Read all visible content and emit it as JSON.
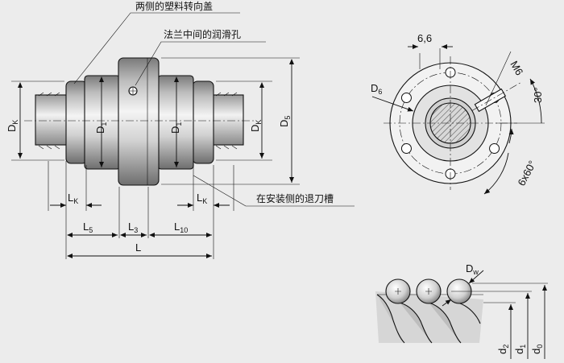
{
  "callouts": {
    "cover": "两侧的塑料转向盖",
    "lube": "法兰中间的润滑孔",
    "recess": "在安装侧的退刀槽"
  },
  "dims": {
    "dk": "D",
    "dk_sub": "K",
    "d1": "D",
    "d1_sub": "1",
    "d5": "D",
    "d5_sub": "5",
    "d6": "D",
    "d6_sub": "6",
    "lk": "L",
    "lk_sub": "K",
    "l5": "L",
    "l5_sub": "5",
    "l3": "L",
    "l3_sub": "3",
    "l10": "L",
    "l10_sub": "10",
    "l": "L",
    "hole": "6,6",
    "thread": "M6",
    "angle": "30°",
    "pattern": "6x60°",
    "dw": "D",
    "dw_sub": "w",
    "d2": "d",
    "d2_sub": "2",
    "d1s": "d",
    "d1s_sub": "1",
    "d0": "d",
    "d0_sub": "0"
  },
  "colors": {
    "background": "#ececec",
    "line": "#111111"
  }
}
